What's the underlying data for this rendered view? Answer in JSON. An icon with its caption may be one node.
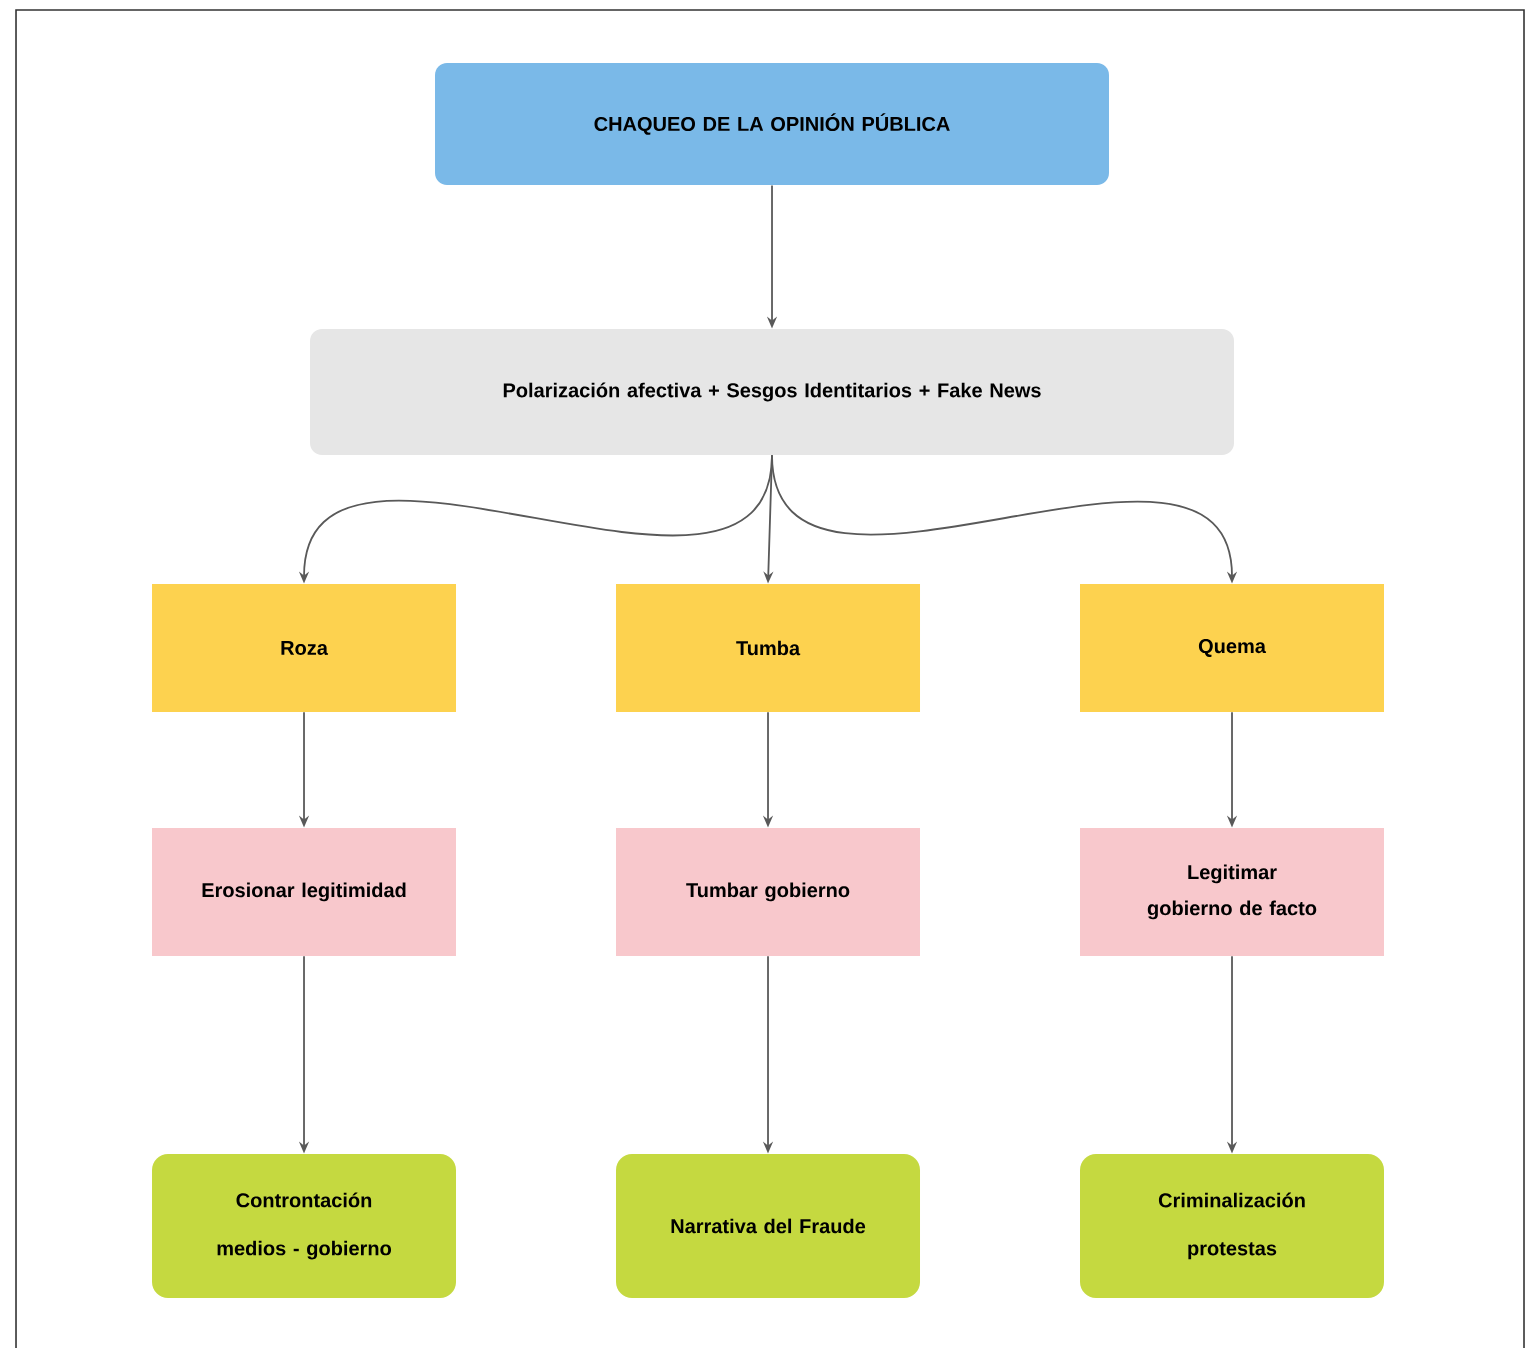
{
  "diagram": {
    "nodes": [
      {
        "text": [
          "CHAQUEO DE LA OPINIÓN PÚBLICA"
        ]
      },
      {
        "text": [
          "Polarización afectiva + Sesgos Identitarios + Fake News"
        ]
      },
      {
        "text": [
          "Roza"
        ]
      },
      {
        "text": [
          "Tumba"
        ]
      },
      {
        "text": [
          "Quema"
        ]
      },
      {
        "text": [
          "Erosionar legitimidad"
        ]
      },
      {
        "text": [
          "Tumbar gobierno"
        ]
      },
      {
        "text": [
          "Legitimar gobierno de facto"
        ]
      },
      {
        "text": [
          "Controntación medios - gobierno"
        ]
      },
      {
        "text": [
          "Narrativa del Fraude"
        ]
      },
      {
        "text": [
          "Criminalización protestas"
        ]
      }
    ],
    "edges": [
      {
        "from": 0,
        "to": 1,
        "arrow": "to"
      },
      {
        "from": 1,
        "to": 2,
        "arrow": "to"
      },
      {
        "from": 1,
        "to": 3,
        "arrow": "to"
      },
      {
        "from": 1,
        "to": 4,
        "arrow": "to"
      },
      {
        "from": 2,
        "to": 5,
        "arrow": "to"
      },
      {
        "from": 3,
        "to": 6,
        "arrow": "to"
      },
      {
        "from": 4,
        "to": 7,
        "arrow": "to"
      },
      {
        "from": 5,
        "to": 8,
        "arrow": "to"
      },
      {
        "from": 6,
        "to": 9,
        "arrow": "to"
      },
      {
        "from": 7,
        "to": 10,
        "arrow": "to"
      }
    ]
  }
}
